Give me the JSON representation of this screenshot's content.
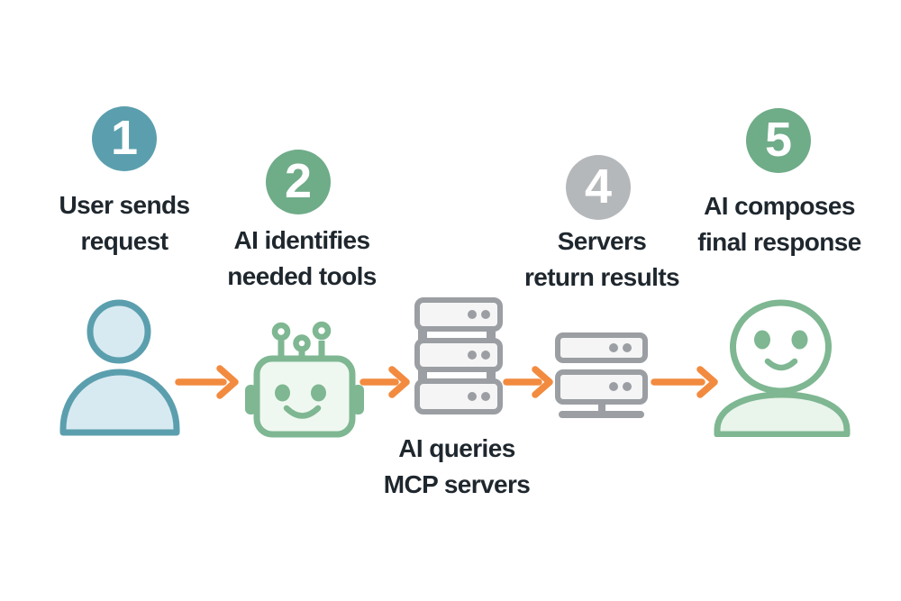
{
  "colors": {
    "background": "#FFFFFF",
    "text": "#1F272E",
    "badge_number": "#FFFFFF",
    "orange": "#F28B3F",
    "teal": "#5B9FAE",
    "teal_light": "#D8EAF1",
    "green": "#6FAC88",
    "green_mid": "#7EB792",
    "green_light": "#E9F4EB",
    "green_lighter": "#EFF8F0",
    "gray": "#B5B8BB",
    "server_gray": "#9B9EA2",
    "server_fill": "#F5F5F6"
  },
  "steps": [
    {
      "number": "1",
      "lines": [
        "User sends",
        "request"
      ],
      "badge_color": "#5B9FAE"
    },
    {
      "number": "2",
      "lines": [
        "AI identifies",
        "needed tools"
      ],
      "badge_color": "#6FAC88"
    },
    {
      "number": "4",
      "lines": [
        "Servers",
        "return results"
      ],
      "badge_color": "#B5B8BB"
    },
    {
      "number": "5",
      "lines": [
        "AI composes",
        "final response"
      ],
      "badge_color": "#6FAC88"
    }
  ],
  "caption": {
    "lines": [
      "AI queries",
      "MCP servers"
    ]
  },
  "icons": {
    "user": "person-icon",
    "ai_assistant": "robot-icon",
    "mcp_servers": "server-stack-3-icon",
    "results_servers": "server-stack-2-icon",
    "final_user": "smiling-person-icon",
    "flow_connector": "arrow-right-icon"
  }
}
